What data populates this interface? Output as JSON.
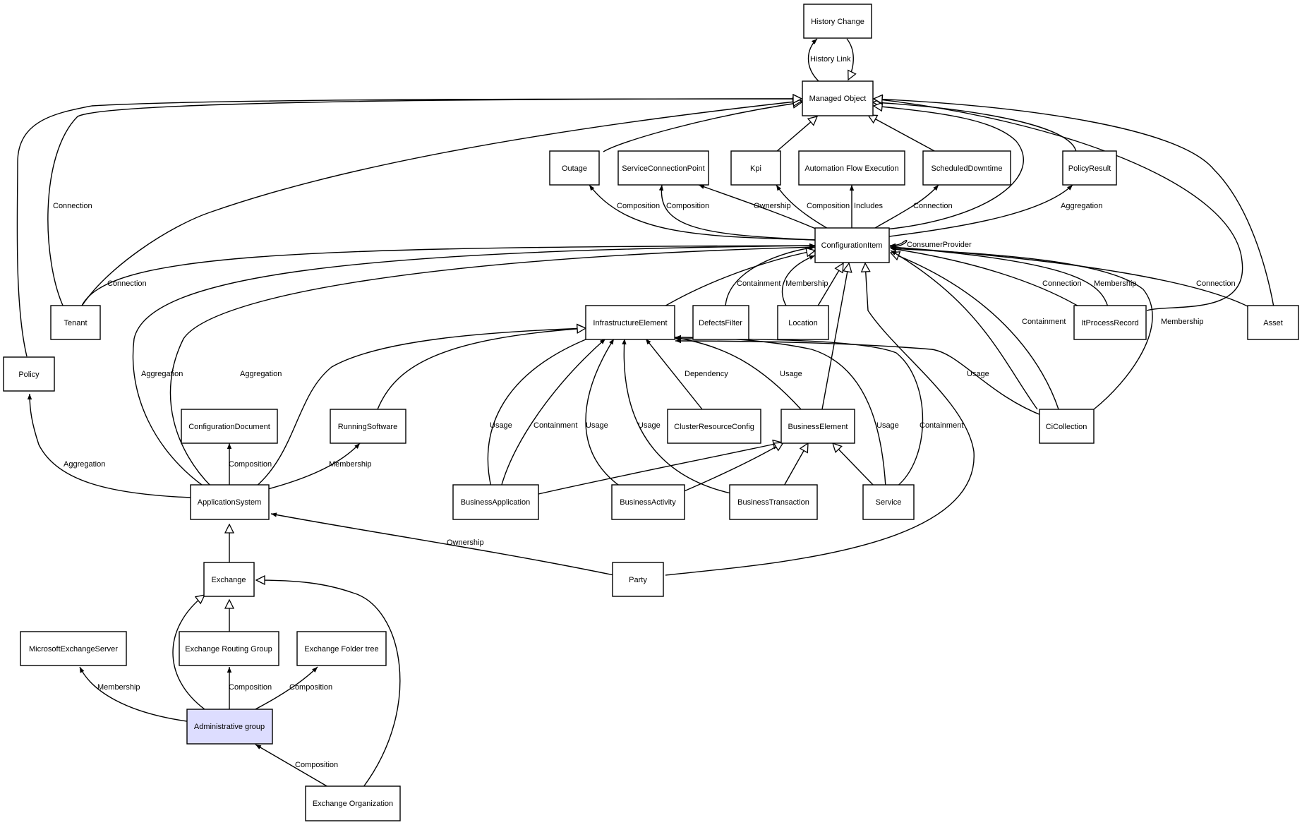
{
  "nodes": {
    "history_change": "History Change",
    "managed_object": "Managed Object",
    "outage": "Outage",
    "service_connection_point": "ServiceConnectionPoint",
    "kpi": "Kpi",
    "automation_flow_execution": "Automation Flow Execution",
    "scheduled_downtime": "ScheduledDowntime",
    "policy_result": "PolicyResult",
    "configuration_item": "ConfigurationItem",
    "tenant": "Tenant",
    "policy": "Policy",
    "infrastructure_element": "InfrastructureElement",
    "defects_filter": "DefectsFilter",
    "location": "Location",
    "it_process_record": "ItProcessRecord",
    "asset": "Asset",
    "configuration_document": "ConfigurationDocument",
    "running_software": "RunningSoftware",
    "cluster_resource_config": "ClusterResourceConfig",
    "business_element": "BusinessElement",
    "ci_collection": "CiCollection",
    "application_system": "ApplicationSystem",
    "business_application": "BusinessApplication",
    "business_activity": "BusinessActivity",
    "business_transaction": "BusinessTransaction",
    "service": "Service",
    "exchange": "Exchange",
    "party": "Party",
    "microsoft_exchange_server": "MicrosoftExchangeServer",
    "exchange_routing_group": "Exchange Routing Group",
    "exchange_folder_tree": "Exchange Folder tree",
    "administrative_group": "Administrative group",
    "exchange_organization": "Exchange Organization"
  },
  "highlighted_node": "administrative_group",
  "edge_labels": {
    "history_link": "History Link",
    "connection": "Connection",
    "composition": "Composition",
    "ownership": "Ownership",
    "includes": "Includes",
    "aggregation": "Aggregation",
    "consumer_provider": "ConsumerProvider",
    "containment": "Containment",
    "membership": "Membership",
    "usage": "Usage",
    "dependency": "Dependency"
  },
  "colors": {
    "node_fill": "#ffffff",
    "highlight_fill": "#ddddff",
    "stroke": "#000000"
  }
}
